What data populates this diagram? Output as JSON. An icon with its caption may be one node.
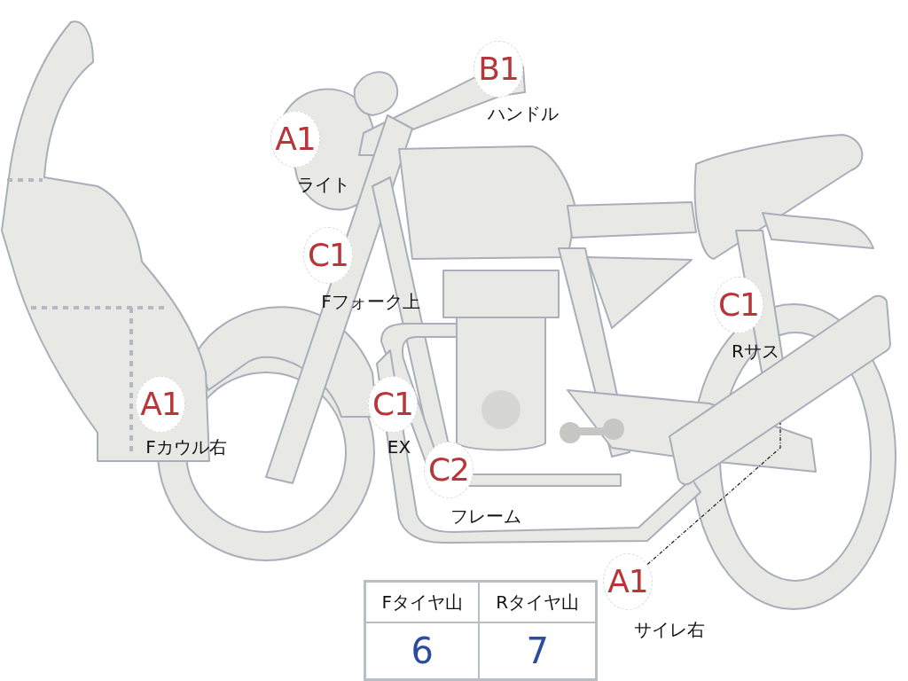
{
  "diagram": {
    "nodes": [
      {
        "text": [
          "B1"
        ],
        "beside": [
          "ハンドル"
        ]
      },
      {
        "text": [
          "A1"
        ],
        "beside": [
          "ライト"
        ]
      },
      {
        "text": [
          "C1"
        ],
        "beside": [
          "Fフォーク上"
        ]
      },
      {
        "text": [
          "C1"
        ],
        "beside": [
          "Rサス"
        ]
      },
      {
        "text": [
          "C1"
        ],
        "beside": [
          "EX"
        ]
      },
      {
        "text": [
          "A1"
        ],
        "beside": [
          "Fカウル右"
        ]
      },
      {
        "text": [
          "C2"
        ],
        "beside": [
          "フレーム"
        ]
      },
      {
        "text": [
          "A1"
        ],
        "beside": [
          "サイレ右"
        ]
      },
      {
        "text": [],
        "shape": "bar"
      }
    ],
    "edges": [
      {
        "from": 7,
        "to": 8,
        "arrow": "none",
        "style": "dashed"
      }
    ],
    "labels": [
      "Fタイヤ山",
      "Rタイヤ山",
      "6",
      "7"
    ]
  }
}
